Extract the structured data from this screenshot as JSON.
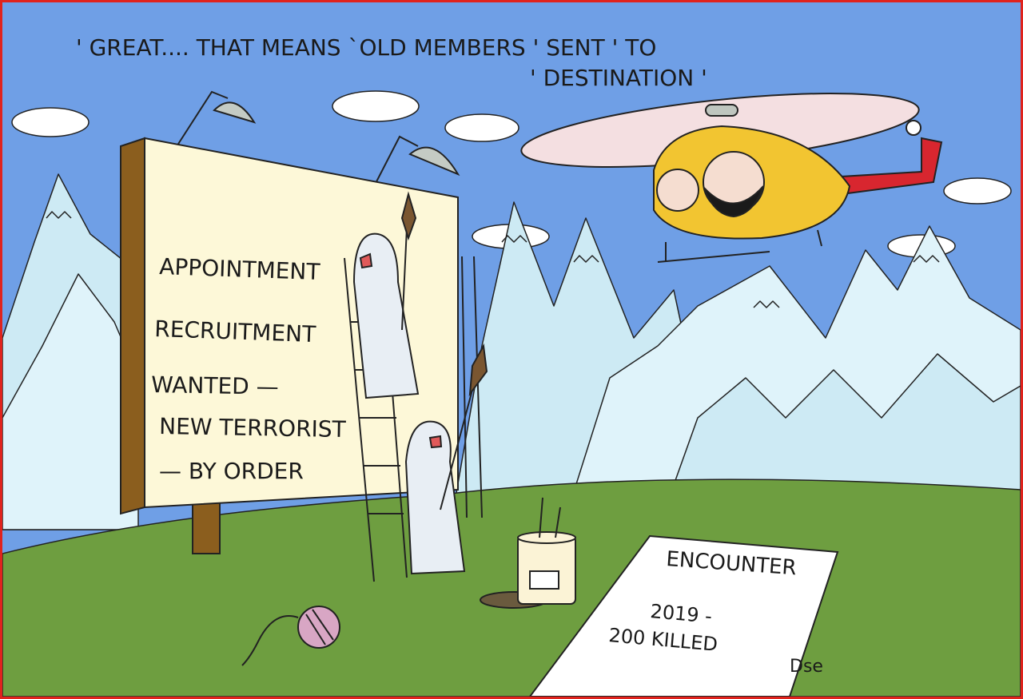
{
  "caption": {
    "line1": "' GREAT.... THAT MEANS `OLD MEMBERS ' SENT ' TO",
    "line2": "' DESTINATION '"
  },
  "billboard": {
    "lines": [
      "APPOINTMENT",
      "RECRUITMENT",
      "WANTED —",
      "NEW TERRORIST",
      "— BY ORDER"
    ]
  },
  "paper": {
    "title": "ENCOUNTER",
    "line1": "2019 -",
    "line2": "200 KILLED"
  },
  "signature": "Dse",
  "colors": {
    "border": "#e0231d",
    "sky": "#6f9fe6",
    "grass": "#6e9e40",
    "mountain_ice": "#cdeaf4",
    "billboard": "#fdf8d8",
    "billboard_frame": "#8b5e1e",
    "helicopter_body": "#f2c531",
    "helicopter_tail": "#d8262f"
  }
}
